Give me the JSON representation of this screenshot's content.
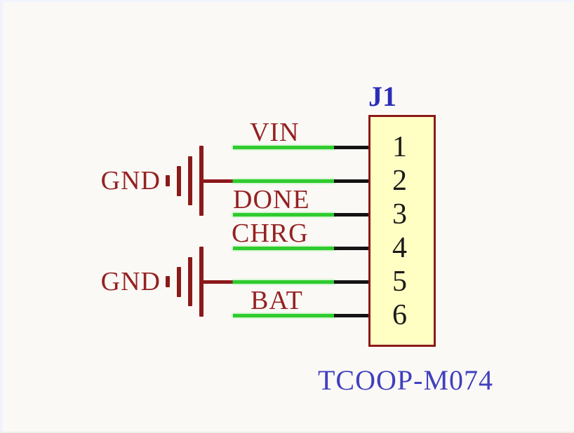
{
  "connector": {
    "refdes": "J1",
    "part_number": "TCOOP-M074",
    "pins": [
      {
        "number": "1",
        "net": "VIN"
      },
      {
        "number": "2",
        "net": "GND"
      },
      {
        "number": "3",
        "net": "DONE"
      },
      {
        "number": "4",
        "net": "CHRG"
      },
      {
        "number": "5",
        "net": "GND"
      },
      {
        "number": "6",
        "net": "BAT"
      }
    ]
  },
  "ground_symbols": [
    {
      "net": "GND",
      "row": 2
    },
    {
      "net": "GND",
      "row": 5
    }
  ],
  "colors": {
    "background": "#FBF9F6",
    "wire_green": "#2FCB2F",
    "wire_black": "#141414",
    "symbol_red": "#8B1A1A",
    "label_red": "#942222",
    "pin_black": "#1a1a1a",
    "ref_blue": "#2C2CB8",
    "part_blue": "#4040BE",
    "box_fill": "#FFFFC4",
    "box_border": "#8B1A1A"
  }
}
